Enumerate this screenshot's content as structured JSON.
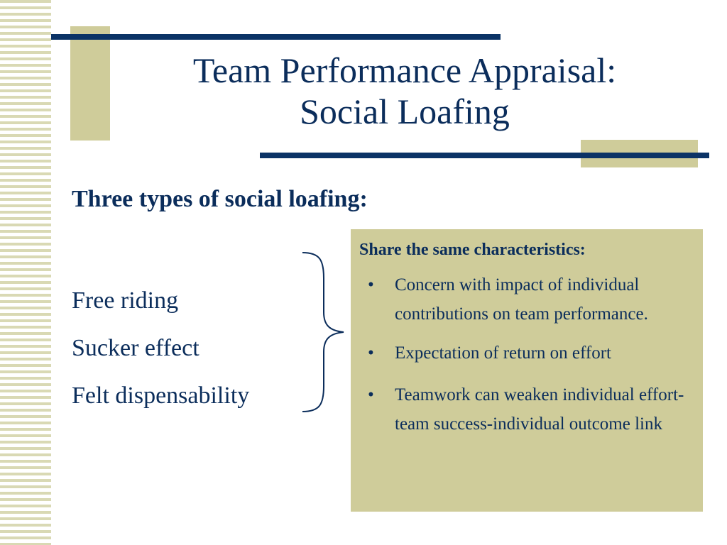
{
  "slide": {
    "title_line1": "Team Performance Appraisal:",
    "title_line2": "Social Loafing",
    "subheading": "Three types of social loafing:",
    "types": [
      "Free riding",
      "Sucker effect",
      "Felt dispensability"
    ],
    "characteristics_title": "Share the same characteristics:",
    "bullet_symbol": "•",
    "characteristics": [
      "Concern with impact of individual contributions on team performance.",
      "Expectation of return on effort",
      "Teamwork can weaken individual effort-team success-individual outcome link"
    ]
  },
  "colors": {
    "text": "#0b2d5b",
    "navy_line": "#0b3366",
    "tan": "#cfcc9a",
    "stripe": "#d9d9b4"
  }
}
